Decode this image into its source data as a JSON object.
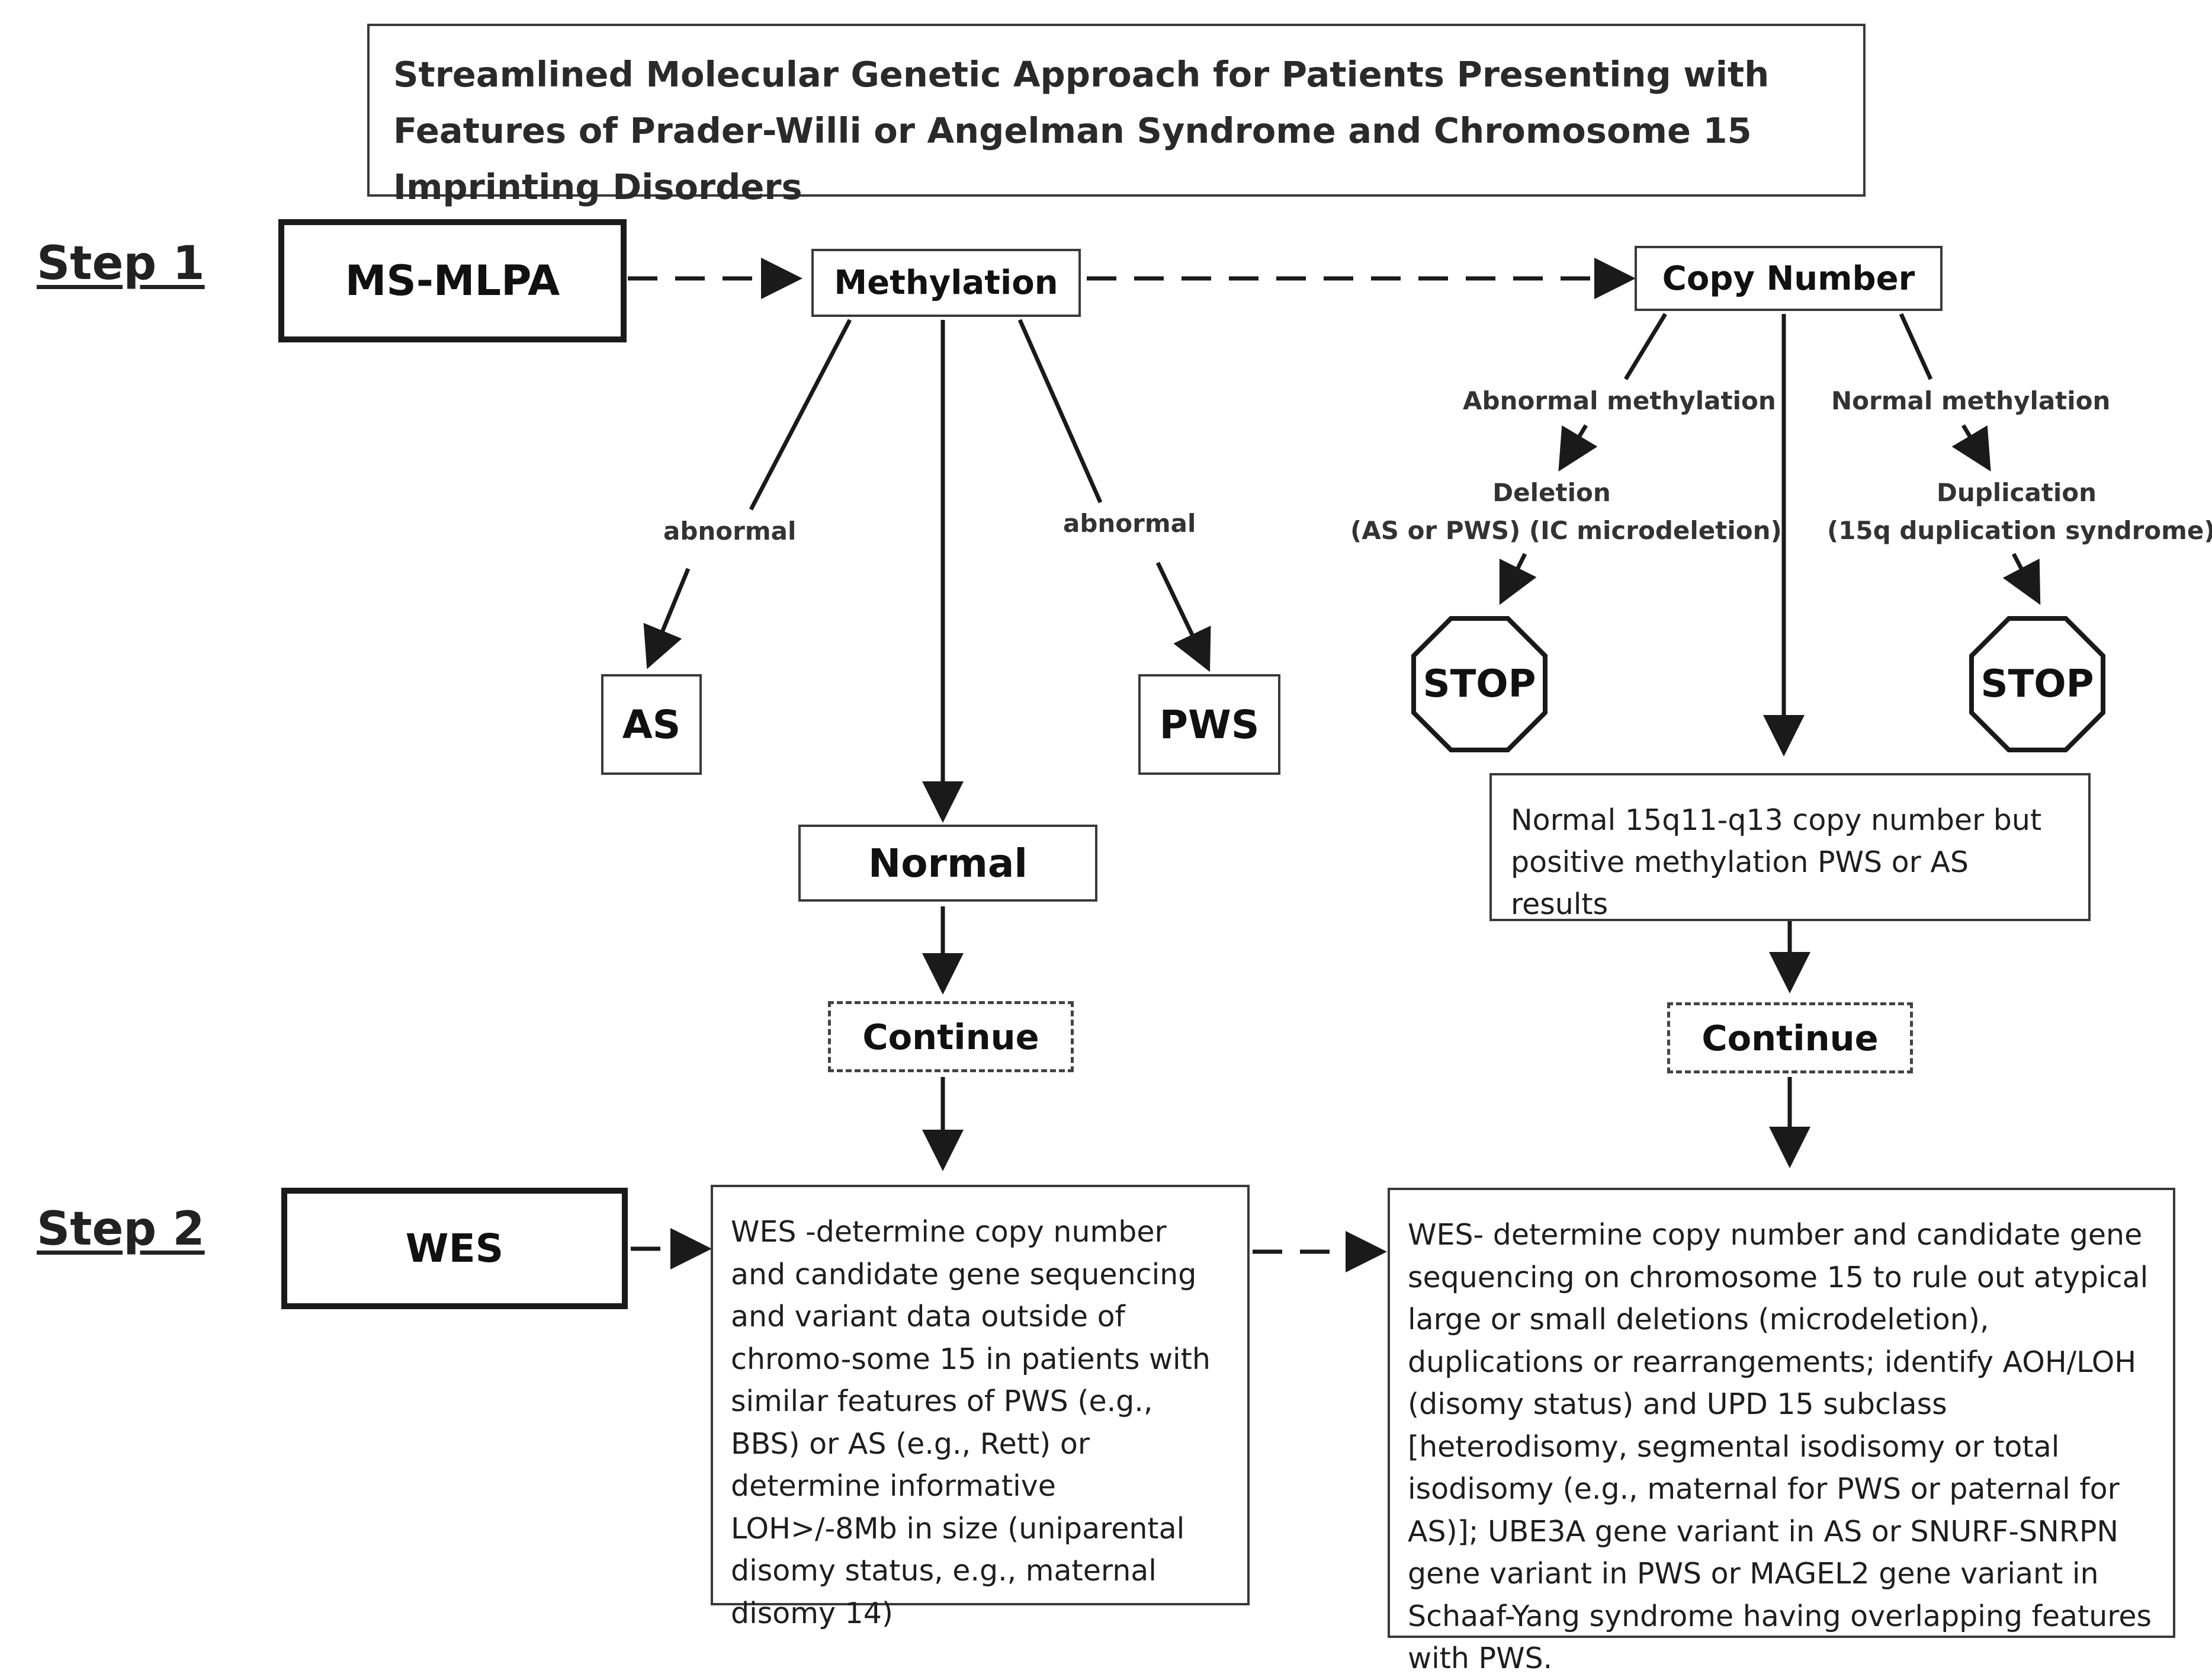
{
  "title": "Streamlined Molecular Genetic Approach for Patients Presenting with Features of Prader-Willi or Angelman Syndrome and Chromosome 15 Imprinting Disorders",
  "steps": {
    "step1": "Step 1",
    "step2": "Step 2"
  },
  "nodes": {
    "ms_mlpa": "MS-MLPA",
    "methylation": "Methylation",
    "copy_number": "Copy Number",
    "as": "AS",
    "pws": "PWS",
    "normal": "Normal",
    "continue_left": "Continue",
    "continue_right": "Continue",
    "stop_left": "STOP",
    "stop_right": "STOP",
    "normal_copy_result": "Normal 15q11-q13 copy number but positive methylation PWS or AS results",
    "wes": "WES",
    "wes_left": "WES -determine copy number and candidate gene sequencing and variant data outside of chromo-some 15 in patients with similar features of PWS (e.g., BBS) or AS (e.g., Rett) or determine informative LOH>/-8Mb in size (uniparental disomy status, e.g., maternal disomy 14)",
    "wes_right": "WES- determine copy number and candidate gene sequencing on chromosome 15 to rule out atypical large or small deletions (microdeletion), duplications or rearrangements; identify AOH/LOH (disomy status) and UPD 15 subclass [heterodisomy, segmental isodisomy or total isodisomy (e.g., maternal for PWS or paternal for AS)]; UBE3A gene variant in AS or SNURF-SNRPN gene variant in PWS or MAGEL2 gene variant in Schaaf-Yang syndrome having overlapping features with PWS."
  },
  "edge_labels": {
    "abnormal_left": "abnormal",
    "abnormal_right": "abnormal",
    "abnormal_methylation": "Abnormal methylation",
    "normal_methylation": "Normal methylation",
    "deletion_line1": "Deletion",
    "deletion_line2": "(AS or PWS) (IC microdeletion)",
    "duplication_line1": "Duplication",
    "duplication_line2": "(15q duplication syndrome)"
  }
}
